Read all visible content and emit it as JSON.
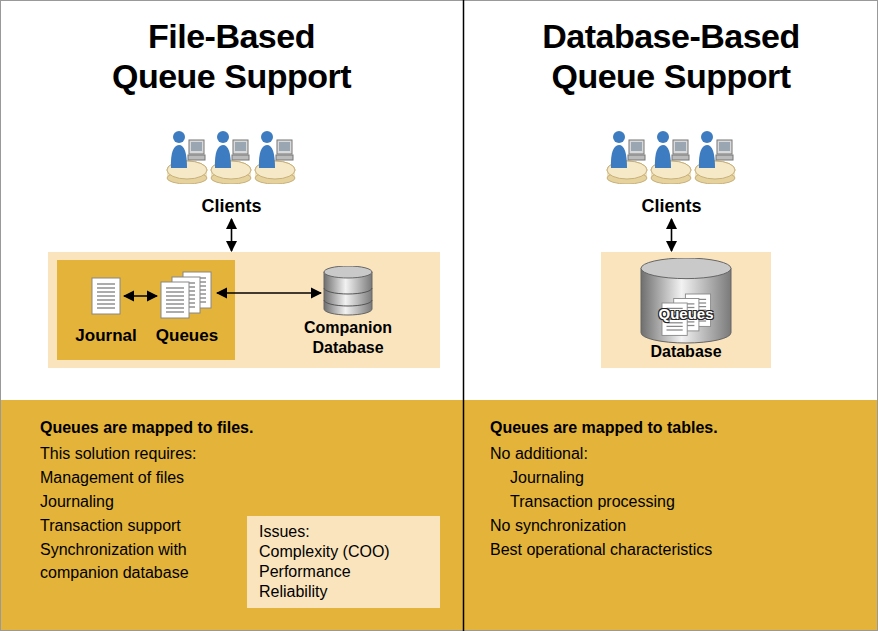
{
  "diagram": {
    "nodes": [
      {
        "text": [
          "File-Based Queue Support"
        ]
      },
      {
        "text": [
          "Clients"
        ],
        "in": 0
      },
      {
        "text": [],
        "in": 0
      },
      {
        "text": [
          "Journal"
        ],
        "in": 2
      },
      {
        "text": [
          "Queues"
        ],
        "in": 2
      },
      {
        "text": [
          "Companion Database"
        ],
        "in": 2
      },
      {
        "text": [
          "Queues are mapped to files.",
          "This solution requires:",
          "Management of files",
          "Journaling",
          "Transaction support",
          "Synchronization with companion database"
        ]
      },
      {
        "text": [
          "Issues:",
          "Complexity (COO)",
          "Performance",
          "Reliability"
        ],
        "in": 6
      },
      {
        "text": [
          "Database-Based Queue Support"
        ]
      },
      {
        "text": [
          "Clients"
        ],
        "in": 8
      },
      {
        "text": [
          "Database"
        ],
        "in": 8
      },
      {
        "text": [
          "Queues"
        ],
        "in": 10
      },
      {
        "text": [
          "Queues are mapped to tables.",
          "No additional:",
          "Journaling",
          "Transaction processing",
          "No synchronization",
          "Best operational characteristics"
        ]
      }
    ],
    "edges": [
      {
        "from": 1,
        "to": 2,
        "arrow": "both"
      },
      {
        "from": 3,
        "to": 4,
        "arrow": "both"
      },
      {
        "from": 4,
        "to": 5,
        "arrow": "both"
      },
      {
        "from": 9,
        "to": 10,
        "arrow": "both"
      }
    ]
  }
}
